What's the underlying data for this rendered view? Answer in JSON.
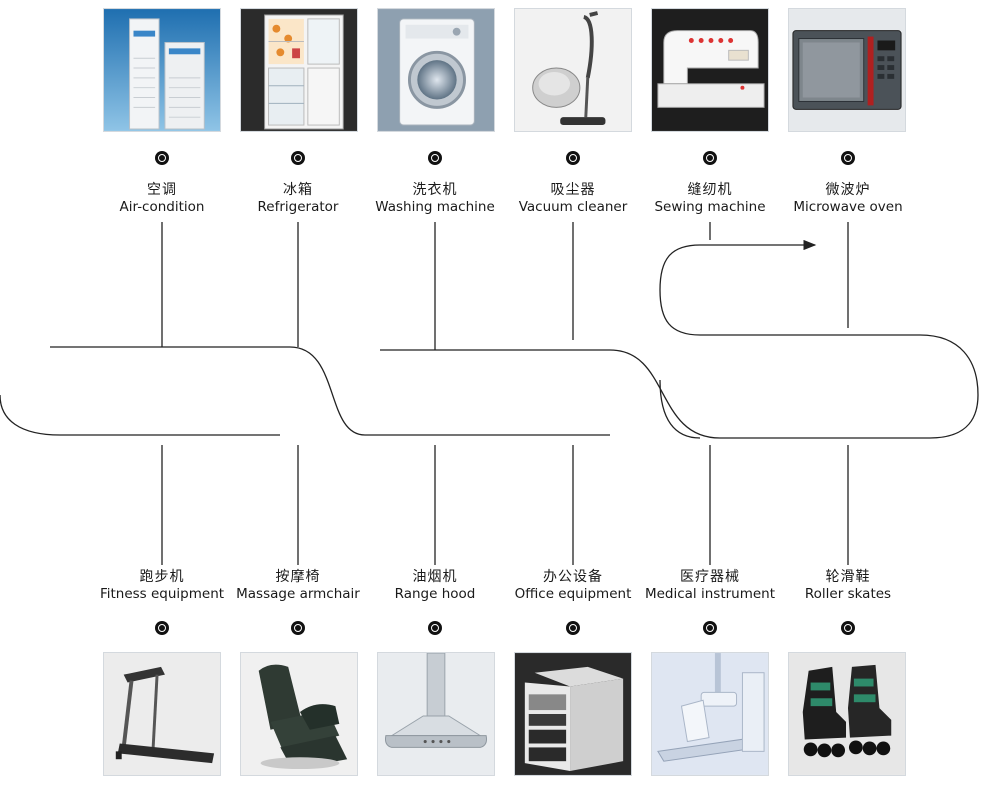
{
  "top_items": [
    {
      "zh": "空调",
      "en": "Air-condition",
      "icon": "air-conditioner-photo"
    },
    {
      "zh": "冰箱",
      "en": "Refrigerator",
      "icon": "refrigerator-photo"
    },
    {
      "zh": "洗衣机",
      "en": "Washing machine",
      "icon": "washing-machine-photo"
    },
    {
      "zh": "吸尘器",
      "en": "Vacuum cleaner",
      "icon": "vacuum-cleaner-photo"
    },
    {
      "zh": "缝纫机",
      "en": "Sewing machine",
      "icon": "sewing-machine-photo"
    },
    {
      "zh": "微波炉",
      "en": "Microwave oven",
      "icon": "microwave-oven-photo"
    }
  ],
  "bottom_items": [
    {
      "zh": "跑步机",
      "en": "Fitness equipment",
      "icon": "treadmill-photo"
    },
    {
      "zh": "按摩椅",
      "en": "Massage armchair",
      "icon": "massage-chair-photo"
    },
    {
      "zh": "油烟机",
      "en": "Range hood",
      "icon": "range-hood-photo"
    },
    {
      "zh": "办公设备",
      "en": "Office equipment",
      "icon": "office-printer-photo"
    },
    {
      "zh": "医疗器械",
      "en": "Medical instrument",
      "icon": "medical-xray-photo"
    },
    {
      "zh": "轮滑鞋",
      "en": "Roller skates",
      "icon": "roller-skates-photo"
    }
  ],
  "colors": {
    "line": "#222222",
    "frame": "#d4d9de"
  }
}
